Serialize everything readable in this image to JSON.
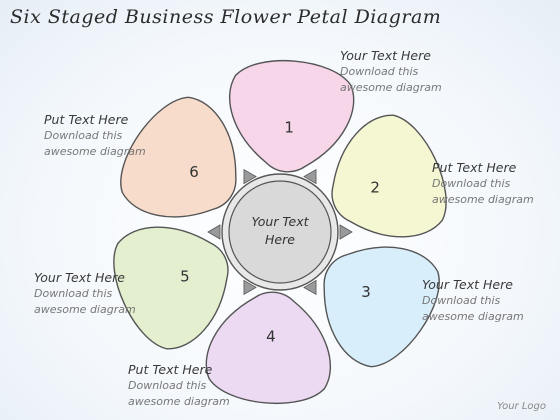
{
  "title": "Six Staged Business Flower Petal Diagram",
  "center": {
    "line1": "Your Text",
    "line2": "Here"
  },
  "petals": [
    {
      "number": "1",
      "color": "#f6d6e8"
    },
    {
      "number": "2",
      "color": "#f5f6d2"
    },
    {
      "number": "3",
      "color": "#d8eefa"
    },
    {
      "number": "4",
      "color": "#ecd9f2"
    },
    {
      "number": "5",
      "color": "#e3efcf"
    },
    {
      "number": "6",
      "color": "#f8dccb"
    }
  ],
  "labels": [
    {
      "heading": "Your Text Here",
      "line1": "Download this",
      "line2": "awesome diagram"
    },
    {
      "heading": "Put Text Here",
      "line1": "Download this",
      "line2": "awesome diagram"
    },
    {
      "heading": "Your Text Here",
      "line1": "Download this",
      "line2": "awesome diagram"
    },
    {
      "heading": "Put Text Here",
      "line1": "Download this",
      "line2": "awesome diagram"
    },
    {
      "heading": "Your Text Here",
      "line1": "Download this",
      "line2": "awesome diagram"
    },
    {
      "heading": "Put Text Here",
      "line1": "Download this",
      "line2": "awesome diagram"
    }
  ],
  "logo": "Your Logo",
  "colors": {
    "outline": "#555555",
    "center_fill": "#d9d9d9",
    "arrow": "#9a9a9a"
  }
}
